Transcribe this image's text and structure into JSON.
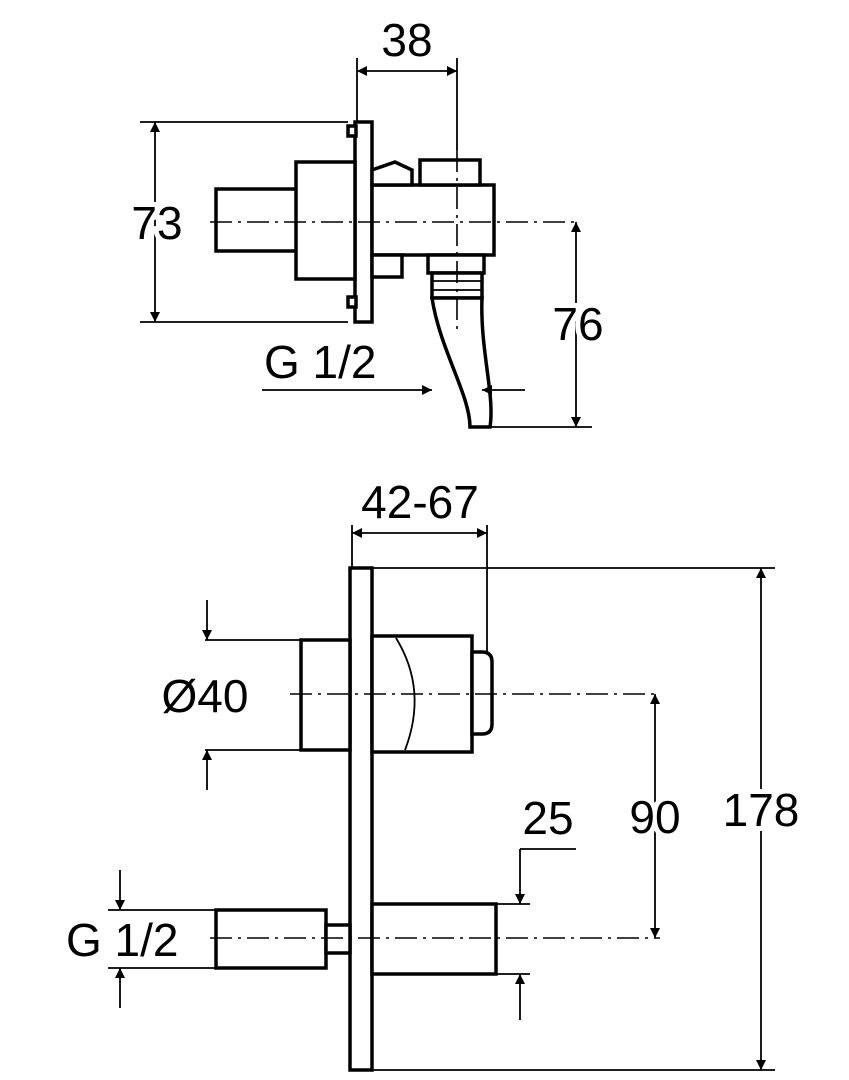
{
  "side_view": {
    "dims": {
      "width_38": "38",
      "height_73": "73",
      "height_76": "76",
      "thread": "G 1/2"
    }
  },
  "front_view": {
    "dims": {
      "depth_range": "42-67",
      "diameter": "Ø40",
      "height_90": "90",
      "height_178": "178",
      "offset_25": "25",
      "thread": "G 1/2"
    }
  }
}
